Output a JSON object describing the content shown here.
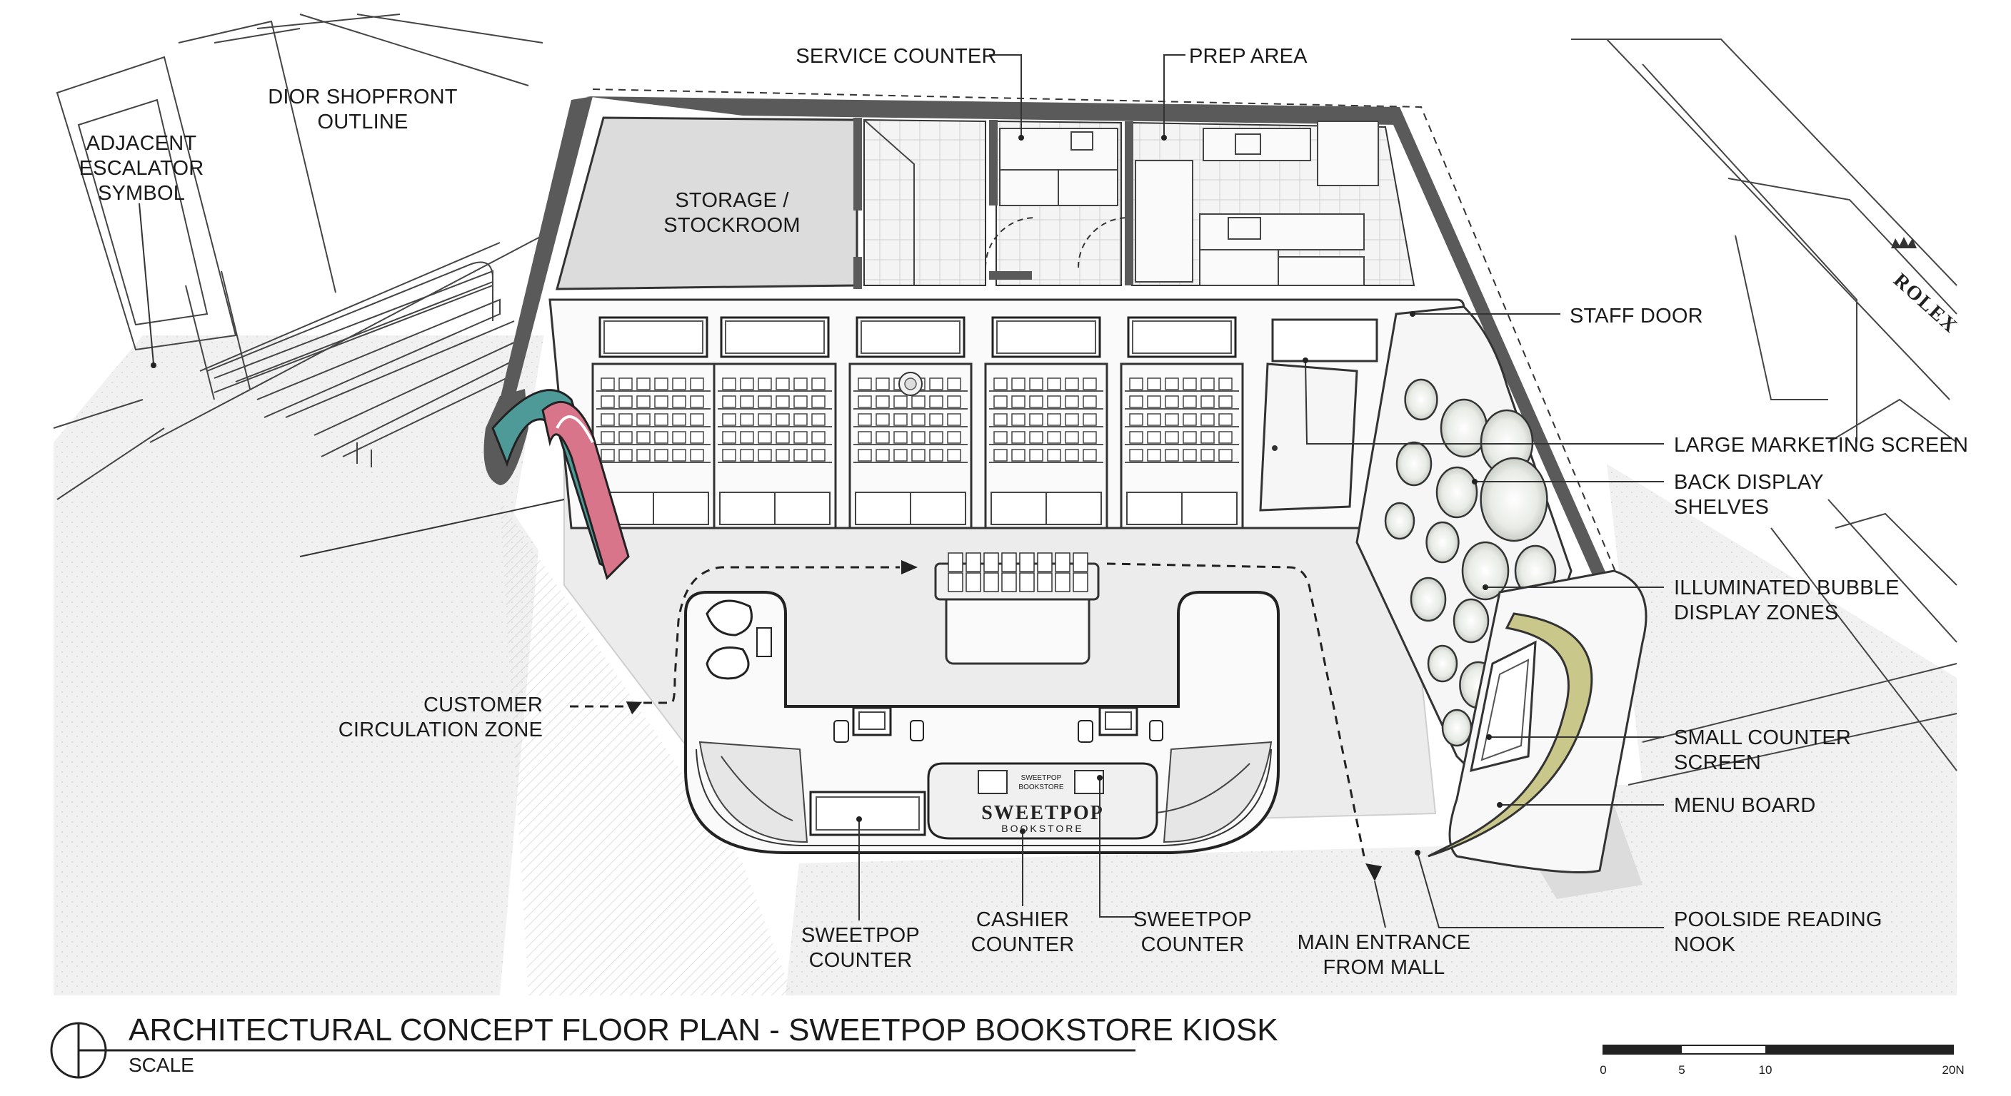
{
  "labels": {
    "adjacent_escalator": [
      "ADJACENT",
      "ESCALATOR",
      "SYMBOL"
    ],
    "dior_shopfront": [
      "DIOR SHOPFRONT",
      "OUTLINE"
    ],
    "service_counter": "SERVICE COUNTER",
    "prep_area": "PREP AREA",
    "storage": [
      "STORAGE /",
      "STOCKROOM"
    ],
    "staff_door": "STAFF DOOR",
    "large_marketing_screen": "LARGE MARKETING SCREEN",
    "back_display_shelves": [
      "BACK DISPLAY",
      "SHELVES"
    ],
    "illuminated_bubble": [
      "ILLUMINATED BUBBLE",
      "DISPLAY ZONES"
    ],
    "small_counter_screen": [
      "SMALL COUNTER",
      "SCREEN"
    ],
    "menu_board": "MENU BOARD",
    "poolside_reading_nook": [
      "POOLSIDE READING",
      "NOOK"
    ],
    "main_entrance": [
      "MAIN ENTRANCE",
      "FROM MALL"
    ],
    "sweetpop_counter_right": [
      "SWEETPOP",
      "COUNTER"
    ],
    "cashier_counter": [
      "CASHIER",
      "COUNTER"
    ],
    "sweetpop_counter_left": [
      "SWEETPOP",
      "COUNTER"
    ],
    "customer_circulation": [
      "CUSTOMER",
      "CIRCULATION ZONE"
    ]
  },
  "counter_sign": {
    "name": "SWEETPOP",
    "sub": "BOOKSTORE"
  },
  "rolex_sign": "ROLEX",
  "title": "ARCHITECTURAL CONCEPT FLOOR PLAN - SWEETPOP BOOKSTORE KIOSK",
  "scale_label": "SCALE",
  "scale_ticks": [
    "0",
    "5",
    "10",
    "20N"
  ],
  "colors": {
    "teal": "#4e9a98",
    "pink": "#d9758b",
    "olive": "#c9c78a",
    "wall": "#5a5a5a",
    "floor": "#ededed"
  }
}
